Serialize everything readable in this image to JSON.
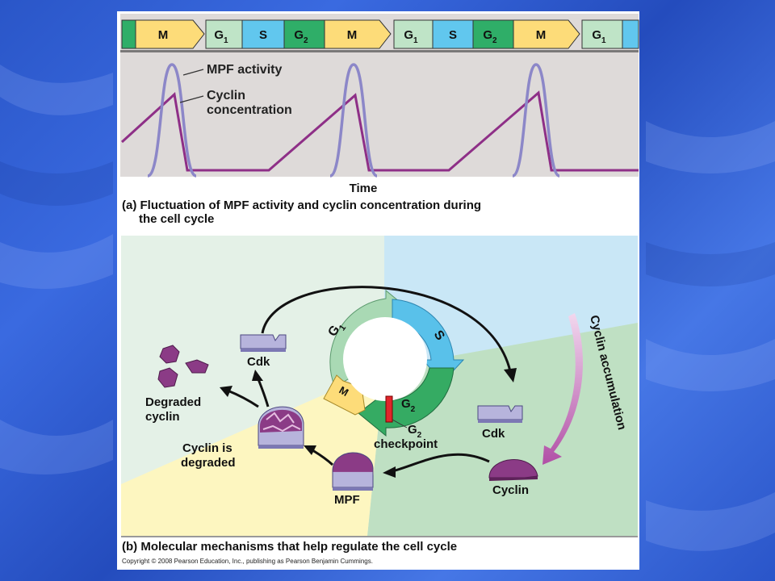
{
  "colors": {
    "background_blue": "#2f5fd6",
    "mpf_curve": "#8c87c8",
    "cyclin_line": "#8e2f87",
    "phase_m": "#fddc79",
    "phase_g1": "#bfe4c7",
    "phase_s": "#61c7ee",
    "phase_g2": "#2fae68",
    "panel_a_bg": "#dedad9",
    "cdk": "#b7b4dc",
    "cyclin": "#8b3b86"
  },
  "panel_a": {
    "phase_bar": [
      {
        "label": "M",
        "sub": ""
      },
      {
        "label": "G",
        "sub": "1"
      },
      {
        "label": "S",
        "sub": ""
      },
      {
        "label": "G",
        "sub": "2"
      },
      {
        "label": "M",
        "sub": ""
      },
      {
        "label": "G",
        "sub": "1"
      },
      {
        "label": "S",
        "sub": ""
      },
      {
        "label": "G",
        "sub": "2"
      },
      {
        "label": "M",
        "sub": ""
      },
      {
        "label": "G",
        "sub": "1"
      }
    ],
    "mpf_label": "MPF activity",
    "cyclin_label_1": "Cyclin",
    "cyclin_label_2": "concentration",
    "time_label": "Time",
    "caption_1": "(a) Fluctuation of MPF activity and cyclin concentration during",
    "caption_2": "the cell cycle"
  },
  "panel_b": {
    "cycle": {
      "g1": "G",
      "g1_sub": "1",
      "s": "S",
      "g2": "G",
      "g2_sub": "2",
      "m": "M"
    },
    "checkpoint_1": "G",
    "checkpoint_sub": "2",
    "checkpoint_2": "checkpoint",
    "cdk_top": "Cdk",
    "cdk_right": "Cdk",
    "cyclin_label": "Cyclin",
    "mpf_label": "MPF",
    "cyclin_degraded_1": "Cyclin is",
    "cyclin_degraded_2": "degraded",
    "degraded_1": "Degraded",
    "degraded_2": "cyclin",
    "accumulation": "Cyclin accumulation",
    "caption": "(b) Molecular mechanisms that help regulate the cell cycle"
  },
  "copyright": "Copyright © 2008 Pearson Education, Inc., publishing as Pearson Benjamin Cummings."
}
